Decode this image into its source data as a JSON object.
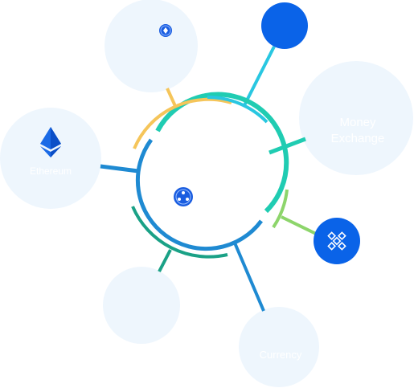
{
  "nodes": {
    "ethereum": {
      "label": "Ethereum"
    },
    "money_exchange": {
      "label_line1": "Money",
      "label_line2": "Exchange"
    },
    "currency": {
      "label": "Currency"
    }
  },
  "colors": {
    "bubble": "#eef6fd",
    "blue": "#0a63e8",
    "teal": "#20ccb2",
    "cyan": "#29c7e1",
    "yellow": "#f5c55a",
    "green": "#8dd56b",
    "dark_teal": "#1aa186",
    "steel_blue": "#1f8ad2"
  },
  "icons": {
    "ethereum": "ethereum-logo-icon",
    "binance": "binance-logo-icon",
    "center": "bitcoin-coin-icon",
    "top": "diamond-coin-icon"
  }
}
